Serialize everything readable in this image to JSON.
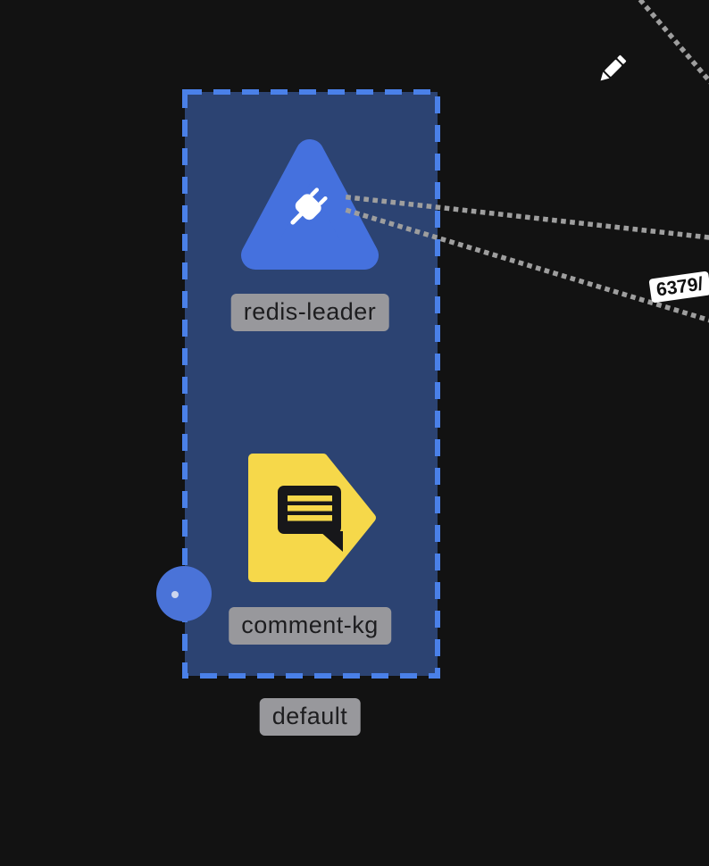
{
  "canvas": {
    "background": "#121212"
  },
  "namespace_group": {
    "label": "default",
    "fill": "#2c4372",
    "border_color": "#4a80e8"
  },
  "nodes": [
    {
      "label": "redis-leader",
      "shape": "rounded-triangle",
      "color": "#4571de",
      "icon": "plug-icon"
    },
    {
      "label": "comment-kg",
      "shape": "pentagon-right",
      "color": "#f6d84a",
      "icon": "comment-icon"
    }
  ],
  "edges": {
    "port_label": "6379/",
    "line_color": "#9e9e9e",
    "style": "dotted"
  },
  "handle": {
    "color": "#4a73d8"
  },
  "tools": {
    "edit_icon": "pencil"
  },
  "label_pill": {
    "background": "#98989c",
    "text_color": "#1d1d1f"
  }
}
